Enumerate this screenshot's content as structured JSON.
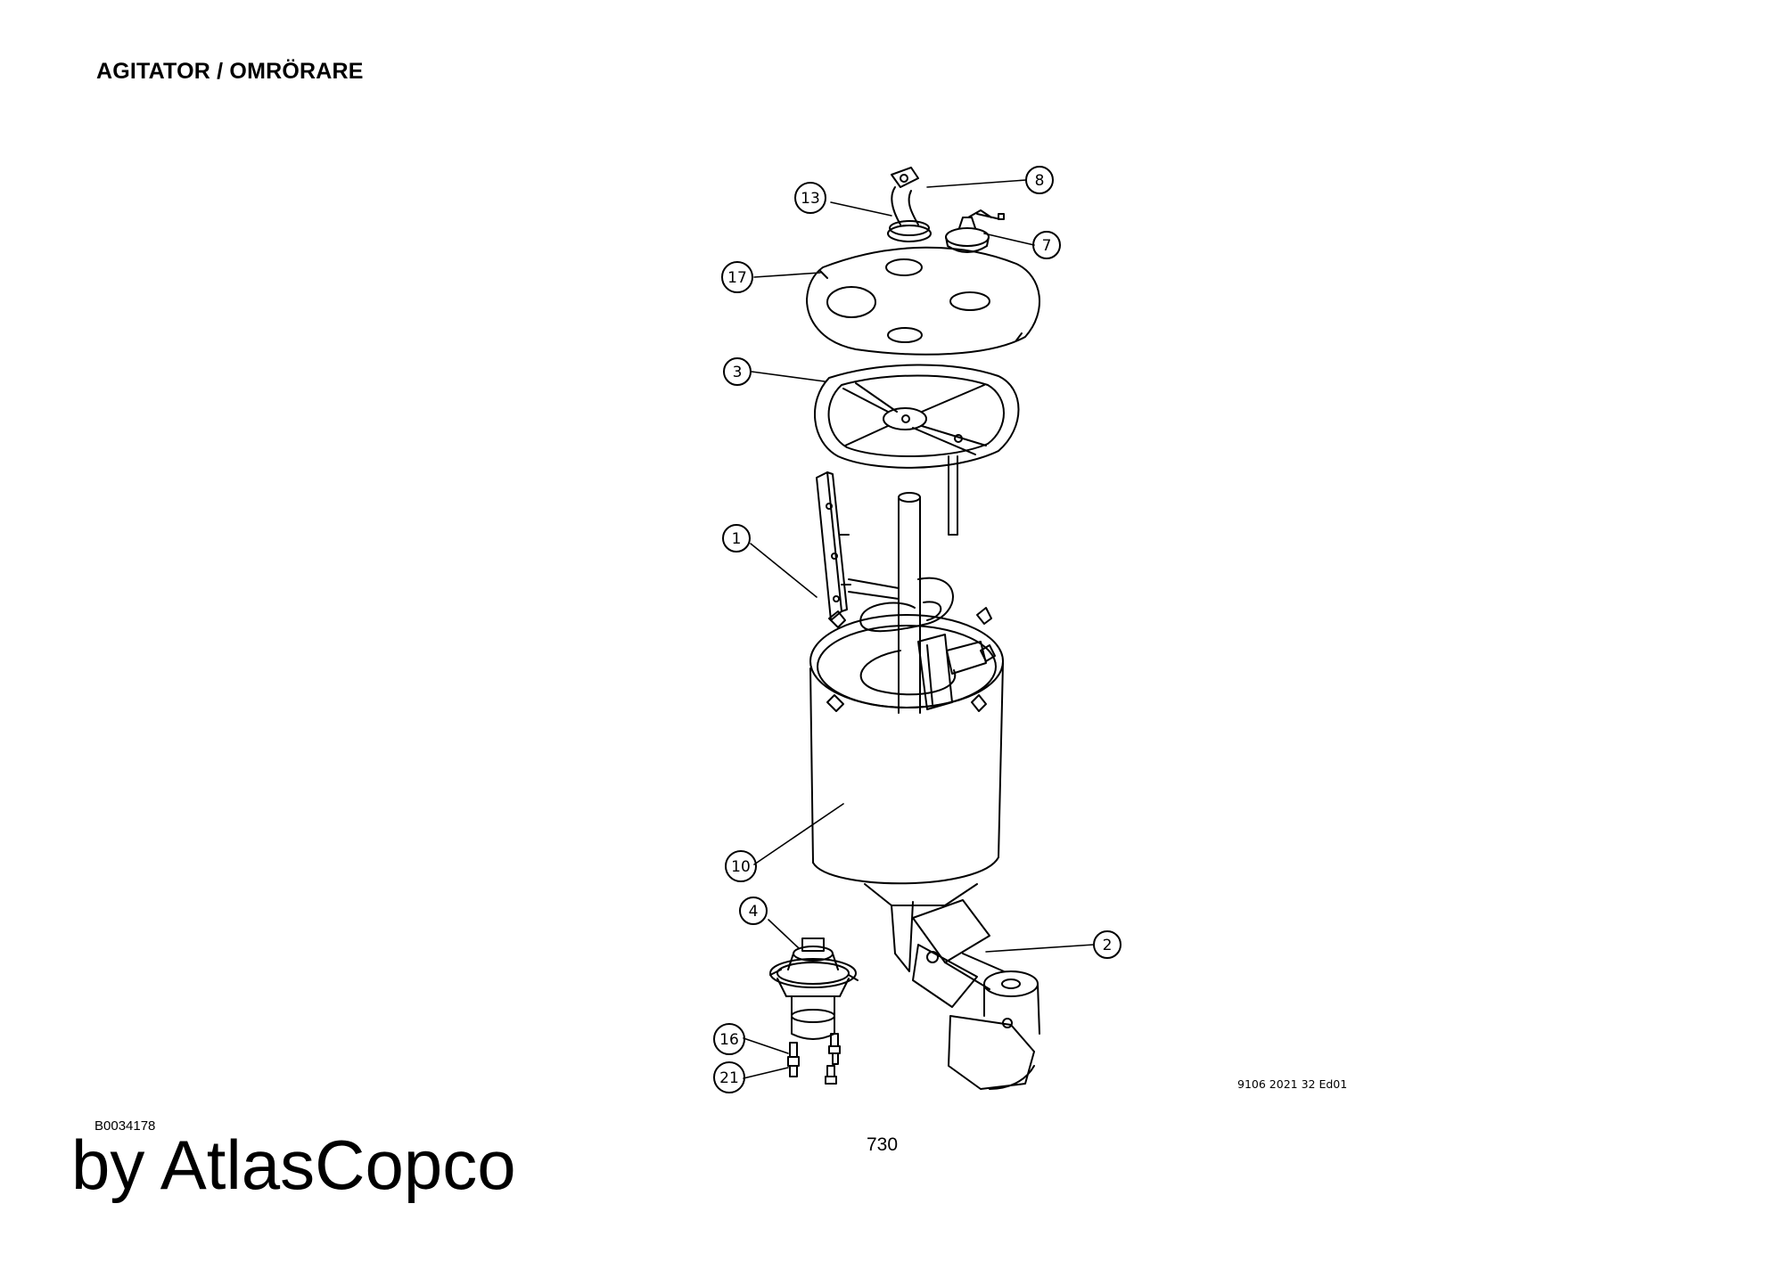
{
  "document": {
    "title": "AGITATOR / OMRÖRARE",
    "drawing_ref": "B0034178",
    "brand": "by AtlasCopco",
    "page_number": "730",
    "part_number": "9106 2021 32 Ed01"
  },
  "callouts": [
    {
      "id": "8",
      "label": "8"
    },
    {
      "id": "13",
      "label": "13"
    },
    {
      "id": "7",
      "label": "7"
    },
    {
      "id": "17",
      "label": "17"
    },
    {
      "id": "3",
      "label": "3"
    },
    {
      "id": "1",
      "label": "1"
    },
    {
      "id": "10",
      "label": "10"
    },
    {
      "id": "4",
      "label": "4"
    },
    {
      "id": "2",
      "label": "2"
    },
    {
      "id": "16",
      "label": "16"
    },
    {
      "id": "21",
      "label": "21"
    }
  ]
}
